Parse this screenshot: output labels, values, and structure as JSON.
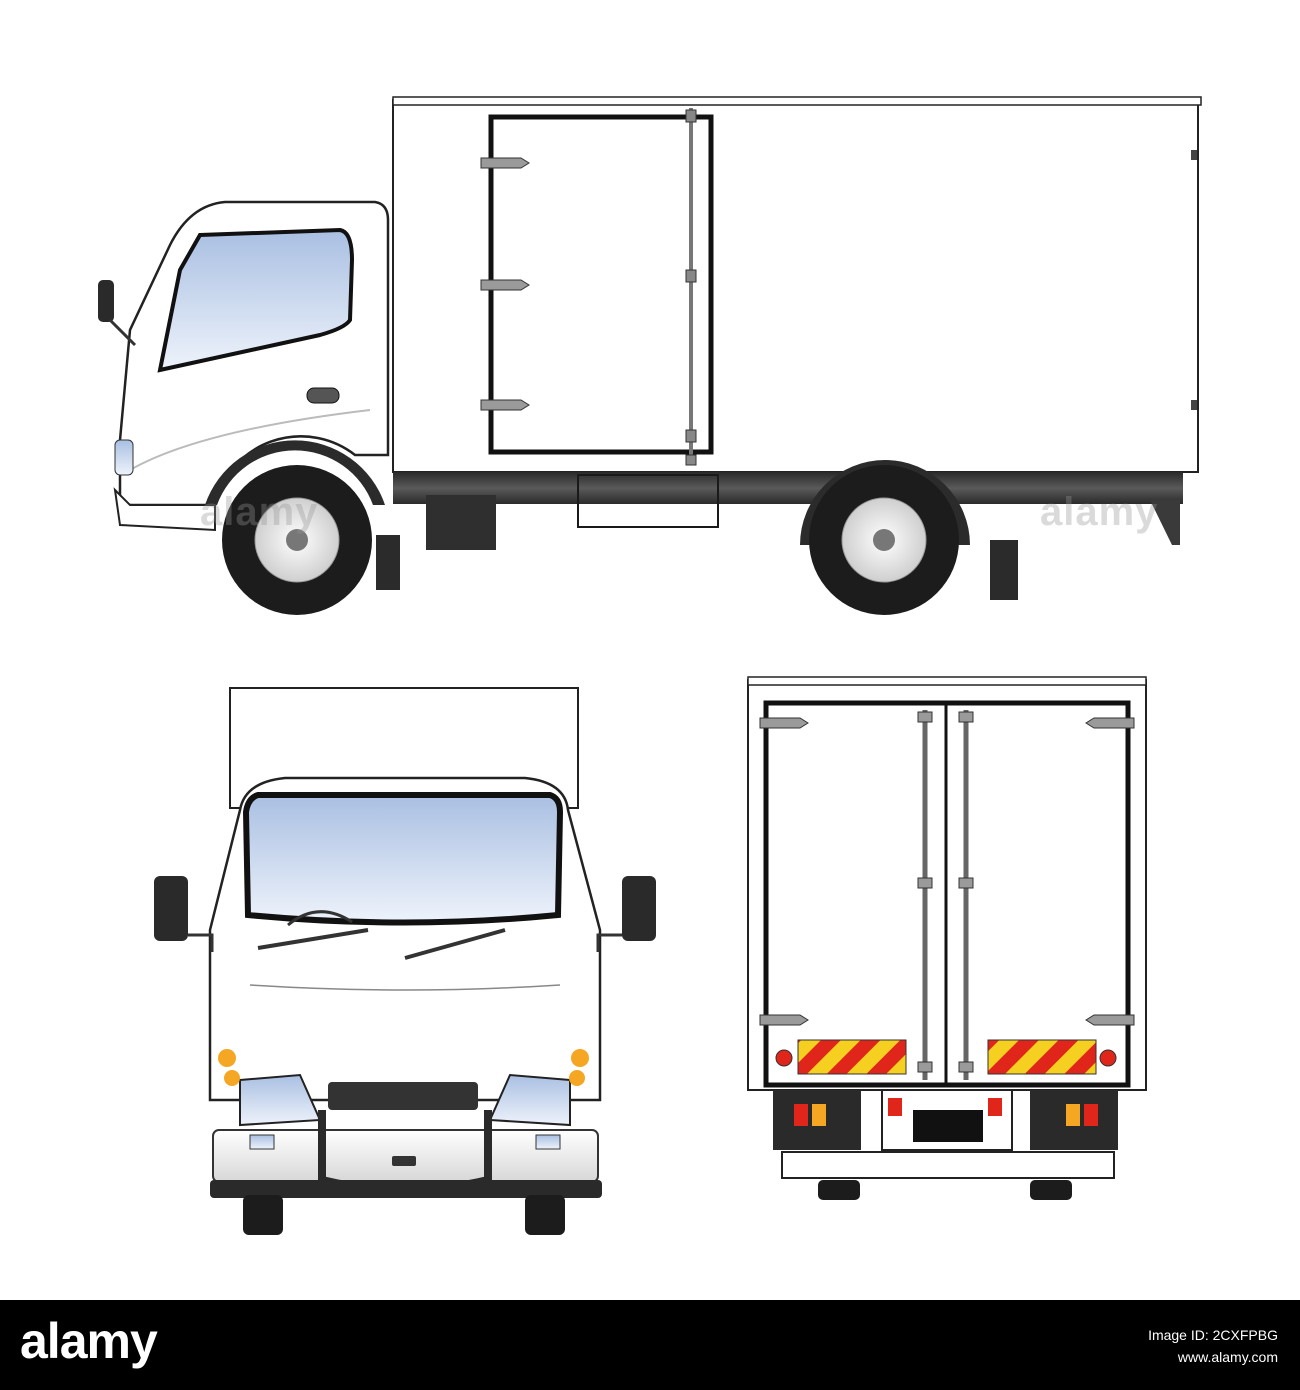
{
  "watermark": "alamy",
  "footer": {
    "logo": "alamy",
    "image_id_line": "Image ID: 2CXFPBG",
    "url_line": "www.alamy.com"
  },
  "colors": {
    "glass_light": "#dfe8f6",
    "glass_dark": "#a9bfe2",
    "chassis": "#3d3d3d",
    "tire": "#1c1c1c",
    "indicator": "#f5a623",
    "tail_red": "#d4241b",
    "reflector_yellow": "#f5d020",
    "reflector_red": "#e0251b"
  }
}
